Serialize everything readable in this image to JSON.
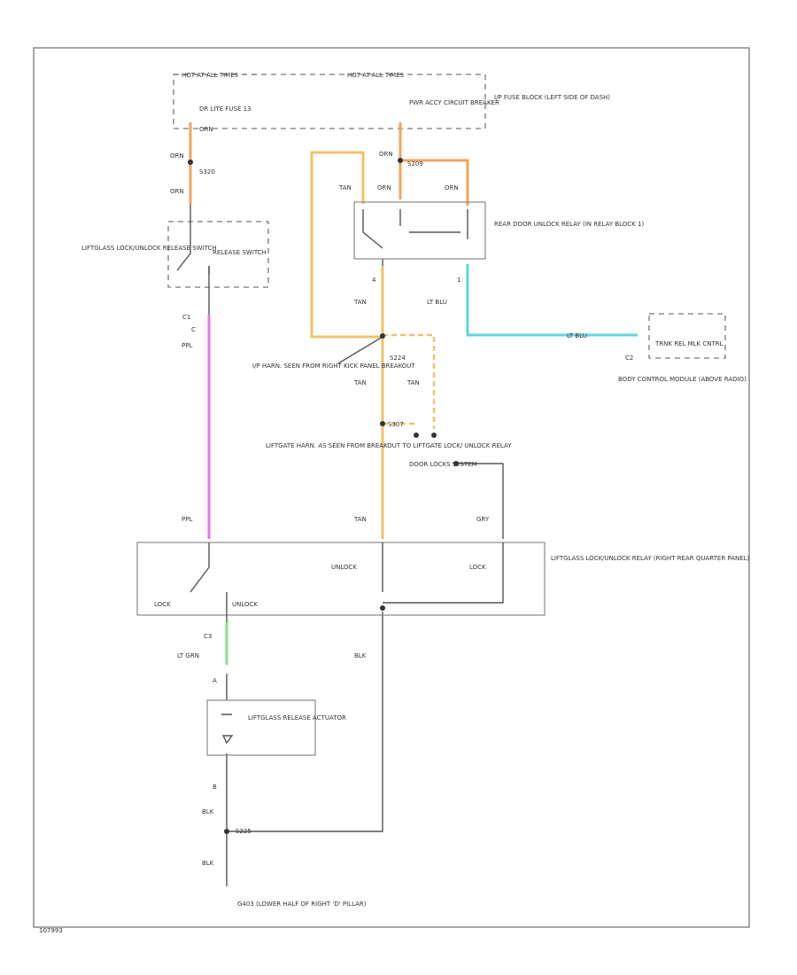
{
  "labels": {
    "hot_run_left": "HOT AT ALL TIMES",
    "hot_run_right": "HOT AT ALL TIMES",
    "fuse_left": "DR LITE FUSE 13",
    "fuse_right": "PWR ACCY CIRCUIT BREAKER",
    "fuse_block": "I/P FUSE BLOCK (LEFT SIDE OF DASH)",
    "relay_top": "REAR DOOR UNLOCK RELAY (IN RELAY BLOCK 1)",
    "switch": "LIFTGLASS LOCK/UNLOCK RELEASE SWITCH",
    "release_switch": "RELEASE SWITCH",
    "ip_harness": "I/P HARN. SEEN FROM RIGHT KICK PANEL BREAKOUT",
    "liftgate_harness": "LIFTGATE HARN. AS SEEN FROM BREAKOUT TO LIFTGATE LOCK/ UNLOCK RELAY",
    "door_locks": "DOOR LOCKS SYSTEM",
    "bcm": "BODY CONTROL MODULE (ABOVE RADIO)",
    "bcm_conn": "TRNK REL MLK CNTRL",
    "relay_main": "LIFTGLASS LOCK/UNLOCK RELAY (RIGHT REAR QUARTER PANEL)",
    "actuator": "LIFTGLASS RELEASE ACTUATOR",
    "ground": "G403 (LOWER HALF OF RIGHT 'D' PILLAR)",
    "unlock_a": "UNLOCK",
    "lock_a": "LOCK",
    "lock_b": "LOCK",
    "unlock_b": "UNLOCK",
    "footer_code": "107993"
  },
  "wires": {
    "orn1": "ORN",
    "orn2": "ORN",
    "orn3": "ORN",
    "orn4": "ORN",
    "orn5": "ORN",
    "orn6": "ORN",
    "tan1": "TAN",
    "tan2": "TAN",
    "tan3": "TAN",
    "tan4": "TAN",
    "tan5": "TAN",
    "ltblu1": "LT BLU",
    "ltblu2": "LT BLU",
    "ppl1": "PPL",
    "ppl2": "PPL",
    "gry": "GRY",
    "ltgrn": "LT GRN",
    "blk1": "BLK",
    "blk2": "BLK",
    "blk3": "BLK"
  },
  "splices": {
    "s320": "S320",
    "s209": "S209",
    "s224": "S224",
    "s307": "S307",
    "s225": "S225"
  },
  "connectors": {
    "c1": "C1",
    "c2": "C2",
    "c3": "C3",
    "p4": "4",
    "p1": "1",
    "pC": "C",
    "pA": "A",
    "pB": "B"
  },
  "colors": {
    "orange": "#f2a35c",
    "yellow": "#f0c26a",
    "light_blue": "#5fd6df",
    "purple": "#e07ae6",
    "green": "#86e28a"
  }
}
